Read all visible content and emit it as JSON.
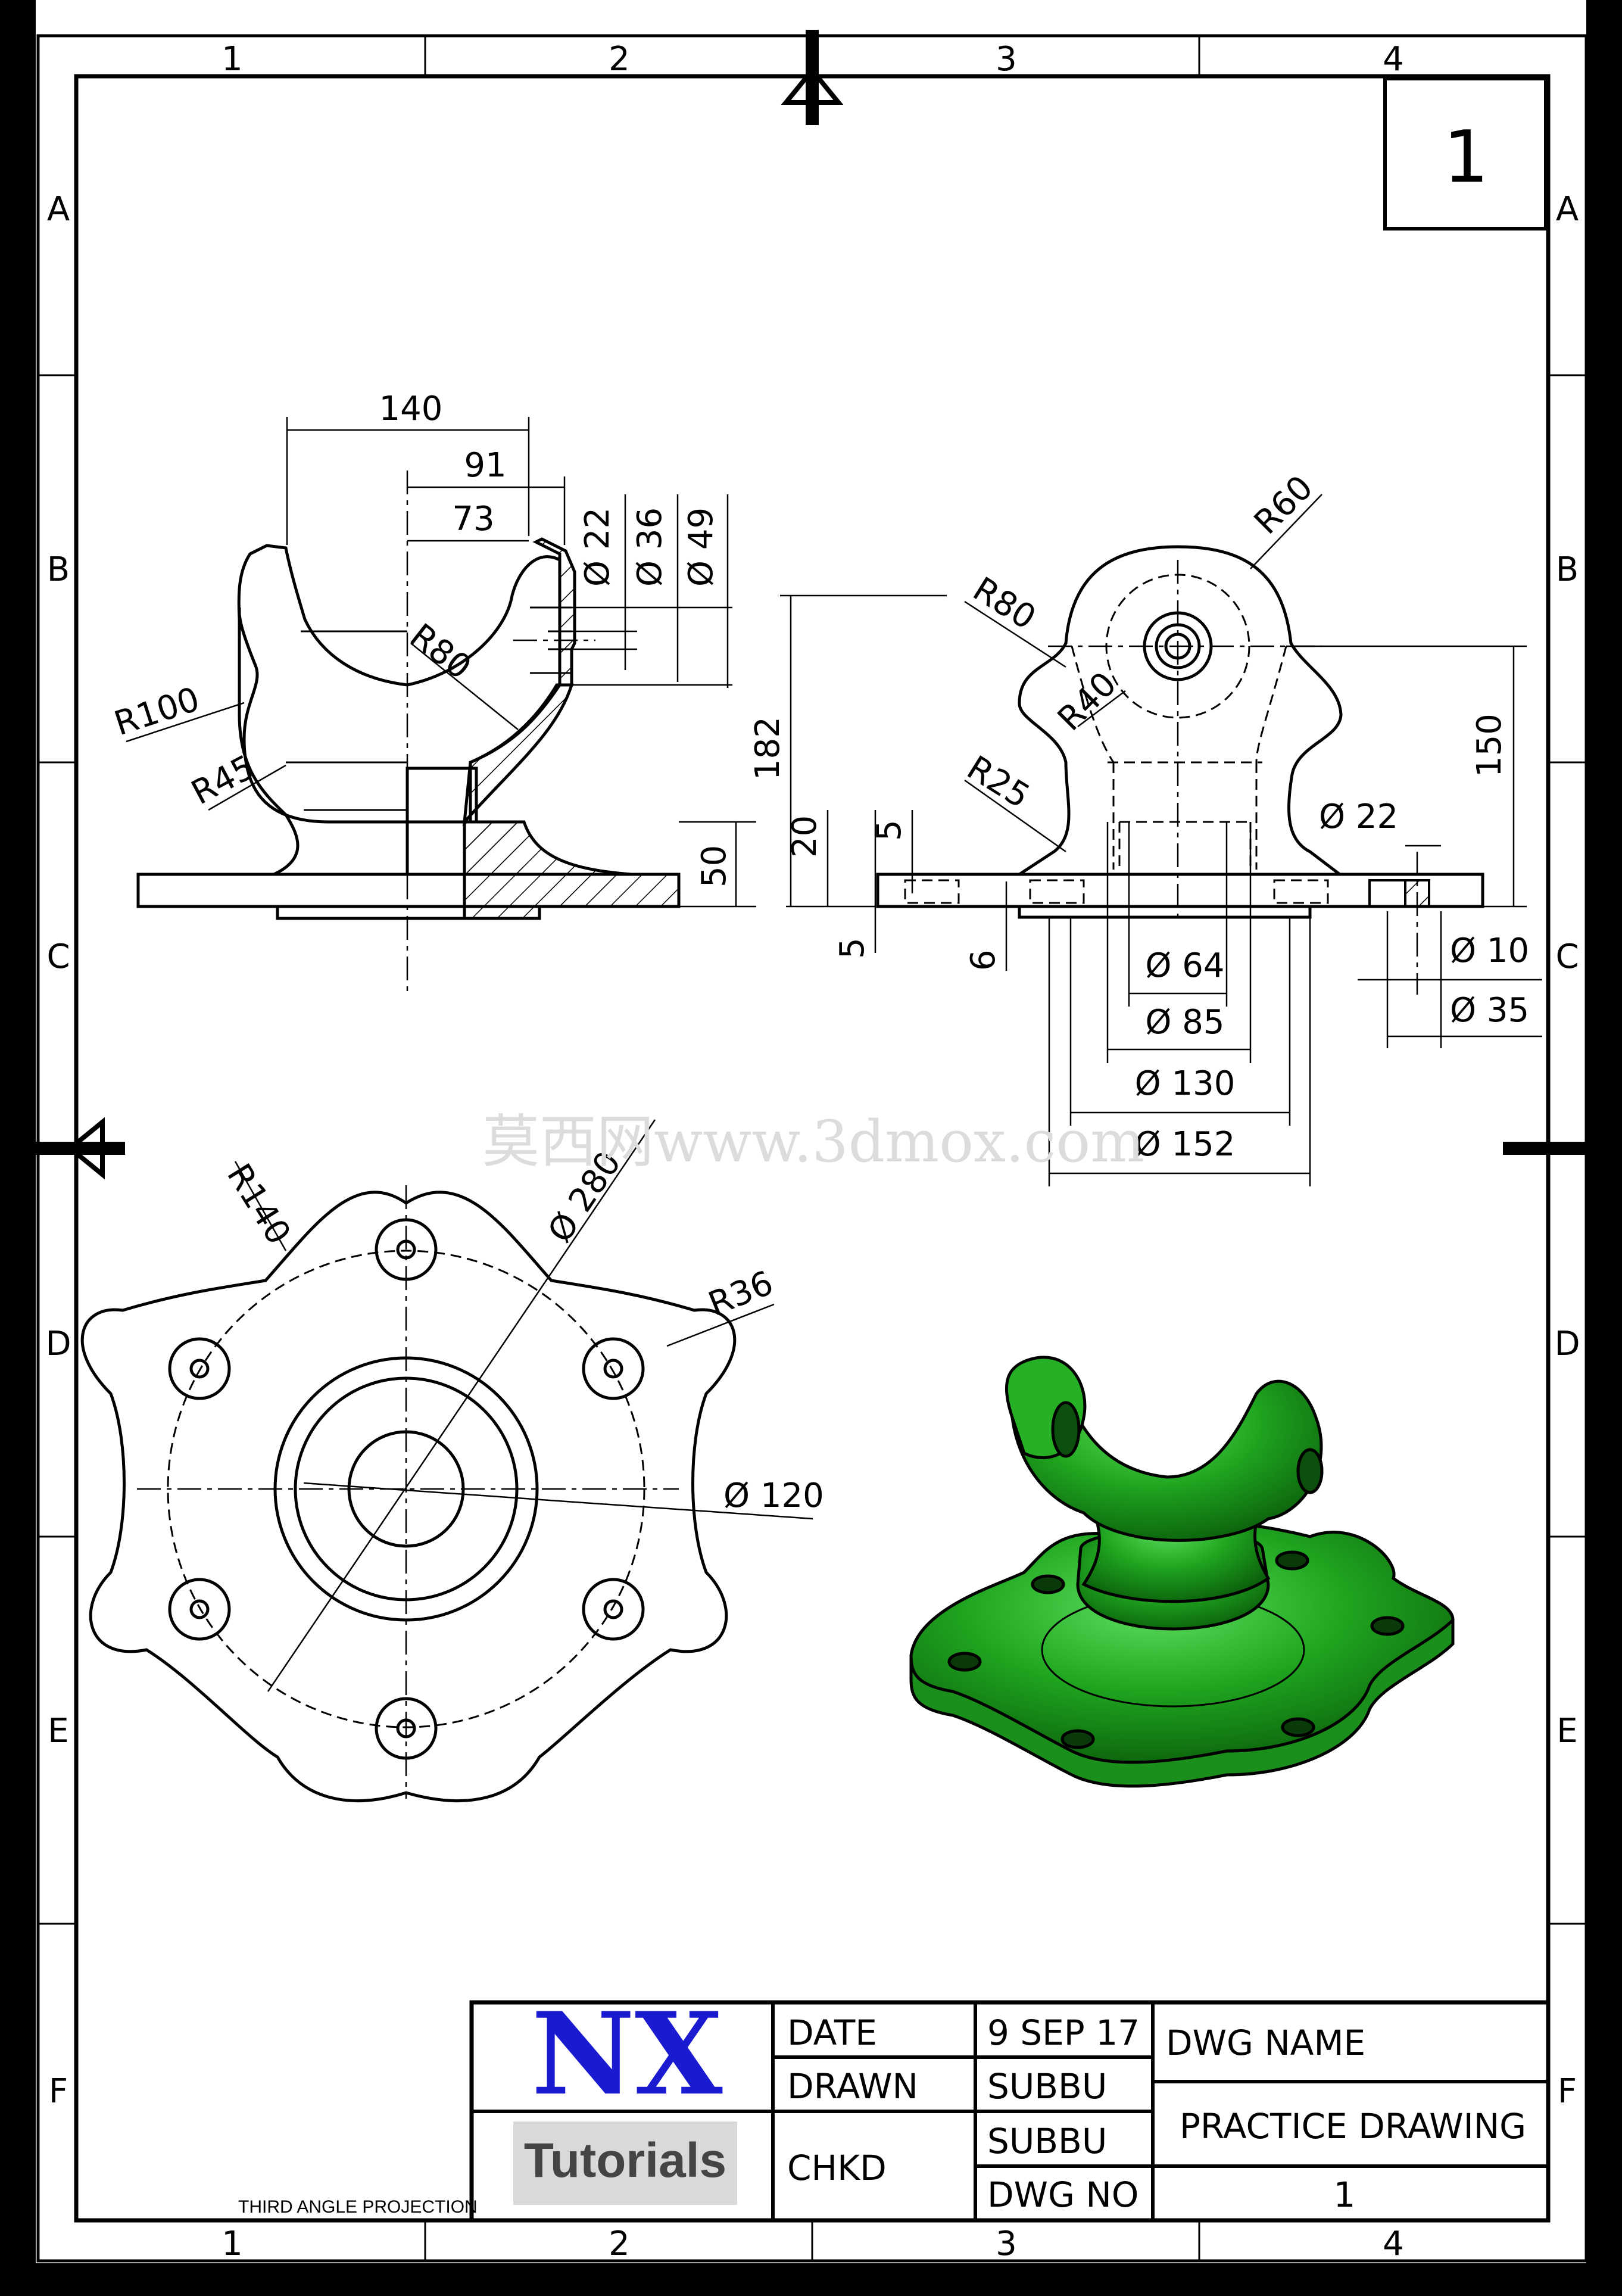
{
  "sheet": {
    "number": "1",
    "zones_cols": [
      "1",
      "2",
      "3",
      "4"
    ],
    "zones_rows": [
      "A",
      "B",
      "C",
      "D",
      "E",
      "F"
    ]
  },
  "watermark": "莫西网www.3dmox.com",
  "dimensions": {
    "front": {
      "d140": "140",
      "d91": "91",
      "d73": "73",
      "phi22": "Ø 22",
      "phi36": "Ø 36",
      "phi49": "Ø 49",
      "r100": "R100",
      "r45": "R45",
      "r80": "R80",
      "d50": "50"
    },
    "side": {
      "r60": "R60",
      "r80": "R80",
      "r40": "R40",
      "r25": "R25",
      "d182": "182",
      "d150": "150",
      "d20": "20",
      "d5a": "5",
      "d5b": "5",
      "d6": "6",
      "phi22": "Ø 22",
      "phi10": "Ø 10",
      "phi35": "Ø 35",
      "phi64": "Ø 64",
      "phi85": "Ø 85",
      "phi130": "Ø 130",
      "phi152": "Ø 152"
    },
    "top": {
      "r140": "R140",
      "phi280": "Ø 280",
      "r36": "R36",
      "phi120": "Ø 120"
    }
  },
  "title_block": {
    "logo_nx": "NX",
    "logo_tutorials": "Tutorials",
    "projection": "THIRD ANGLE PROJECTION",
    "date_label": "DATE",
    "date_value": "9 SEP 17",
    "drawn_label": "DRAWN",
    "drawn_value": "SUBBU",
    "chkd_label": "CHKD",
    "chkd_value": "SUBBU",
    "dwgno_label": "DWG NO",
    "dwgno_value": "1",
    "dwgname_label": "DWG NAME",
    "dwgname_value": "PRACTICE DRAWING"
  },
  "colors": {
    "line": "#000000",
    "model_green": "#1e9a1e",
    "logo_blue": "#1a1ad0",
    "tutorials_bg": "#d9d9d9",
    "tutorials_text": "#444444"
  }
}
